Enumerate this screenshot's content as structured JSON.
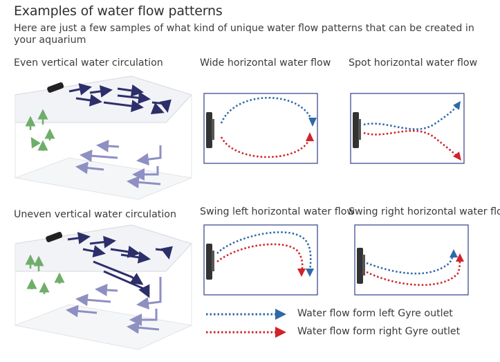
{
  "header": {
    "title": "Examples of water flow patterns",
    "subtitle": "Here are just a few samples of what kind of unique water flow patterns that can be created in your aquarium"
  },
  "panels": {
    "even_vertical": "Even vertical water circulation",
    "wide_horizontal": "Wide horizontal water flow",
    "spot_horizontal": "Spot horizontal water flow",
    "uneven_vertical": "Uneven vertical water circulation",
    "swing_left": "Swing left horizontal water flow",
    "swing_right": "Swing right horizontal water flow"
  },
  "legend": {
    "left_outlet": "Water flow form left Gyre outlet",
    "right_outlet": "Water flow form right Gyre outlet"
  },
  "colors": {
    "left_flow": "#2f6aa8",
    "right_flow": "#d2232a",
    "arrow_dark": "#2d2f6b",
    "arrow_light": "#8e8fc2",
    "arrow_green": "#6fae6a",
    "box_border": "#2f3e88"
  }
}
